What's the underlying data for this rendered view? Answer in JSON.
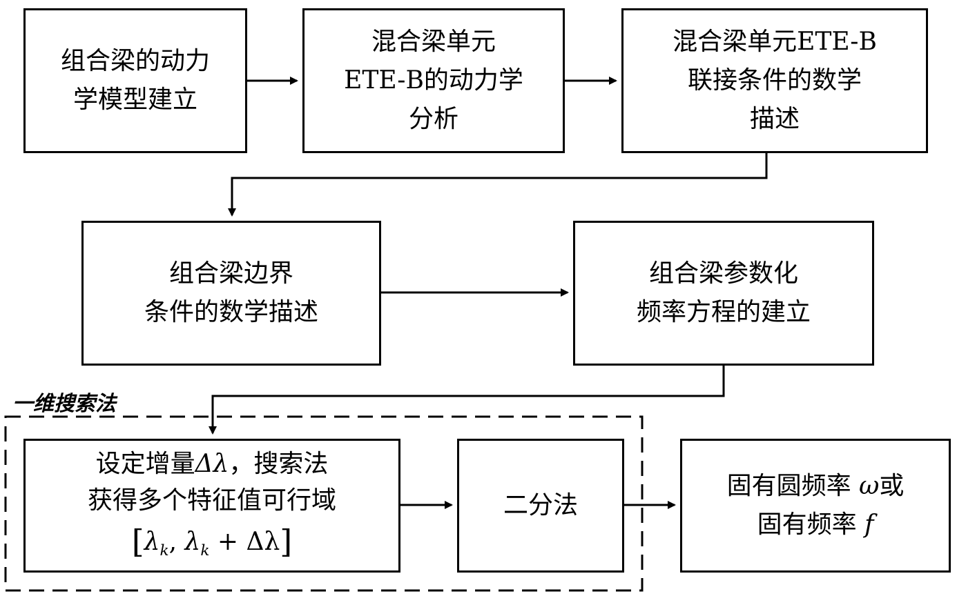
{
  "diagram": {
    "nodes": {
      "n1": {
        "lines": [
          "组合梁的动力",
          "学模型建立"
        ]
      },
      "n2": {
        "lines": [
          "混合梁单元",
          "ETE-B的动力学",
          "分析"
        ]
      },
      "n3": {
        "lines": [
          "混合梁单元ETE-B",
          "联接条件的数学",
          "描述"
        ]
      },
      "n4": {
        "lines": [
          "组合梁边界",
          "条件的数学描述"
        ]
      },
      "n5": {
        "lines": [
          "组合梁参数化",
          "频率方程的建立"
        ]
      },
      "n6": {
        "line1_prefix": "设定增量",
        "line1_delta": "Δλ",
        "line1_suffix": "，搜索法",
        "line2": "获得多个特征值可行域",
        "interval": {
          "open": "[",
          "a": "λ",
          "a_sub": "k",
          "sep": ", ",
          "b": "λ",
          "b_sub": "k",
          "plus": " + Δλ",
          "close": "]"
        }
      },
      "n7": {
        "lines": [
          "二分法"
        ]
      },
      "n8": {
        "line1_text": "固有圆频率",
        "line1_symbol": "ω",
        "line1_tail": "或",
        "line2_text": "固有频率",
        "line2_symbol": "f"
      }
    },
    "group_label": "一维搜索法",
    "edges": [
      {
        "from": "n1",
        "to": "n2"
      },
      {
        "from": "n2",
        "to": "n3"
      },
      {
        "from": "n3",
        "to": "n4"
      },
      {
        "from": "n4",
        "to": "n5"
      },
      {
        "from": "n5",
        "to": "n6"
      },
      {
        "from": "n6",
        "to": "n7"
      },
      {
        "from": "n7",
        "to": "n8"
      }
    ]
  }
}
